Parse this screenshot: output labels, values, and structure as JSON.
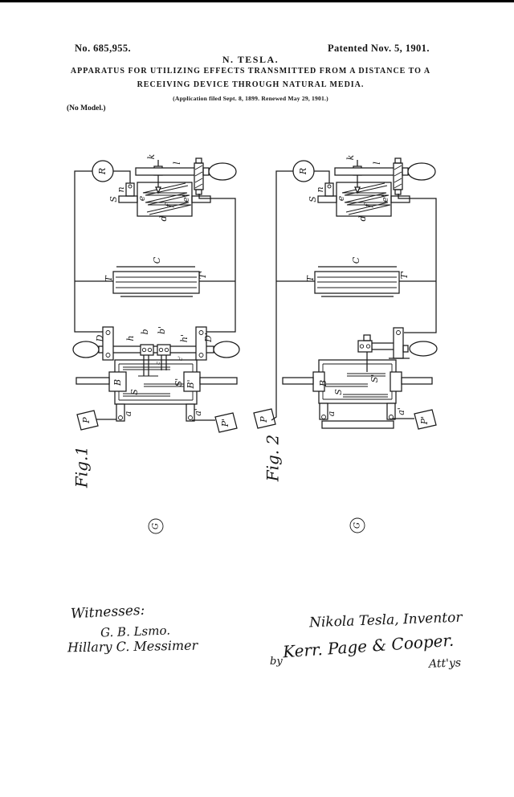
{
  "header": {
    "patent_number": "No. 685,955.",
    "patent_date": "Patented Nov. 5, 1901.",
    "inventor_name": "N. TESLA.",
    "title_line1": "APPARATUS FOR UTILIZING EFFECTS TRANSMITTED FROM A DISTANCE TO A",
    "title_line2": "RECEIVING DEVICE THROUGH NATURAL MEDIA.",
    "application_line": "(Application filed Sept. 8, 1899.  Renewed May 29, 1901.)",
    "no_model": "(No Model.)"
  },
  "fig1": {
    "caption": "Fig.1",
    "stamp": "G",
    "labels": {
      "R": "R",
      "k": "k",
      "l": "l",
      "n": "n",
      "S_top": "S",
      "e": "e",
      "e2": "e'",
      "f": "f",
      "d": "d",
      "C": "C",
      "T": "T",
      "T2": "T'",
      "D": "D",
      "h": "h",
      "b": "b",
      "b2": "b'",
      "h2": "h'",
      "D2": "D'",
      "c": "c",
      "c2": "c'",
      "B": "B",
      "S": "S",
      "S2": "S'",
      "B2": "B'",
      "a": "a",
      "a2": "a'",
      "P": "P",
      "P2": "P'"
    }
  },
  "fig2": {
    "caption": "Fig. 2",
    "stamp": "G",
    "labels": {
      "R": "R",
      "k": "k",
      "l": "l",
      "n": "n",
      "S_top": "S",
      "e": "e",
      "e2": "e'",
      "f": "f",
      "d": "d",
      "C": "C",
      "T": "T",
      "T2": "T'",
      "B": "B",
      "S": "S",
      "S2": "S'",
      "a": "a",
      "a2": "a'",
      "P": "P",
      "P2": "P'"
    }
  },
  "signatures": {
    "witnesses_heading": "Witnesses:",
    "witness1": "G. B. Lsmo.",
    "witness2": "Hillary C. Messimer",
    "inventor_signature": "Nikola Tesla, Inventor",
    "by_label": "by",
    "attorney_signature": "Kerr. Page & Cooper.",
    "attorneys_label": "Att'ys"
  }
}
